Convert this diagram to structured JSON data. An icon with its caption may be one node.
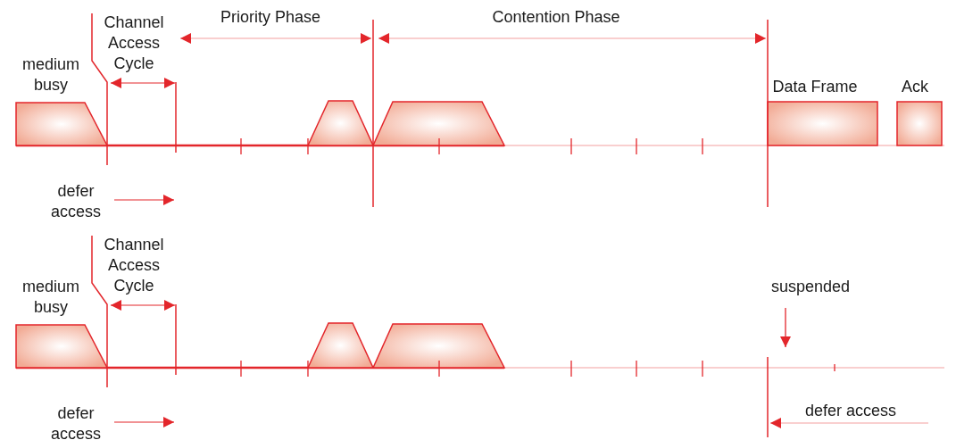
{
  "diagram": {
    "labels": [
      "Priority Phase",
      "Contention Phase",
      "Channel Access Cycle",
      "medium busy",
      "Data Frame",
      "Ack",
      "defer access",
      "Channel Access Cycle",
      "medium busy",
      "suspended",
      "defer access",
      "defer access"
    ]
  }
}
